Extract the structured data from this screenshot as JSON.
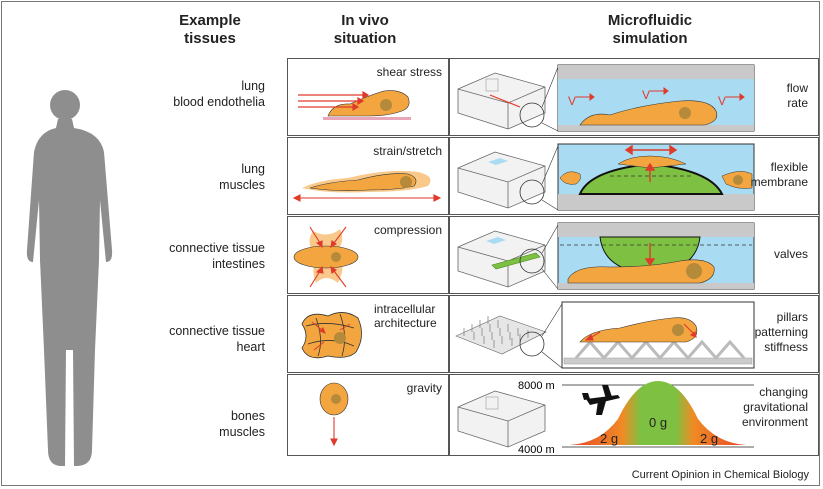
{
  "headers": {
    "tissues_line1": "Example",
    "tissues_line2": "tissues",
    "vivo_line1": "In vivo",
    "vivo_line2": "situation",
    "sim_line1": "Microfluidic",
    "sim_line2": "simulation"
  },
  "rows": [
    {
      "tissue1": "lung",
      "tissue2": "blood endothelia",
      "vivo1": "shear stress",
      "vivo2": "",
      "param1": "flow",
      "param2": "rate",
      "param3": ""
    },
    {
      "tissue1": "lung",
      "tissue2": "muscles",
      "vivo1": "strain/stretch",
      "vivo2": "",
      "param1": "flexible",
      "param2": "membrane",
      "param3": ""
    },
    {
      "tissue1": "connective tissue",
      "tissue2": "intestines",
      "vivo1": "compression",
      "vivo2": "",
      "param1": "valves",
      "param2": "",
      "param3": ""
    },
    {
      "tissue1": "connective tissue",
      "tissue2": "heart",
      "vivo1": "intracellular",
      "vivo2": "architecture",
      "param1": "pillars",
      "param2": "patterning",
      "param3": "stiffness"
    },
    {
      "tissue1": "bones",
      "tissue2": "muscles",
      "vivo1": "gravity",
      "vivo2": "",
      "param1": "changing",
      "param2": "gravitational",
      "param3": "environment"
    }
  ],
  "flow_v": "V",
  "gravity": {
    "top_alt": "8000 m",
    "bottom_alt": "4000 m",
    "center": "0 g",
    "left": "2 g",
    "right": "2 g"
  },
  "credit": "Current Opinion in Chemical Biology",
  "colors": {
    "cell": "#f3a640",
    "cell_light": "#f8c98b",
    "nucleus": "#b58a3a",
    "fluid": "#a9dcf2",
    "membrane": "#7ec142",
    "arrow": "#e03a2a",
    "silhouette": "#8e8e8e"
  }
}
